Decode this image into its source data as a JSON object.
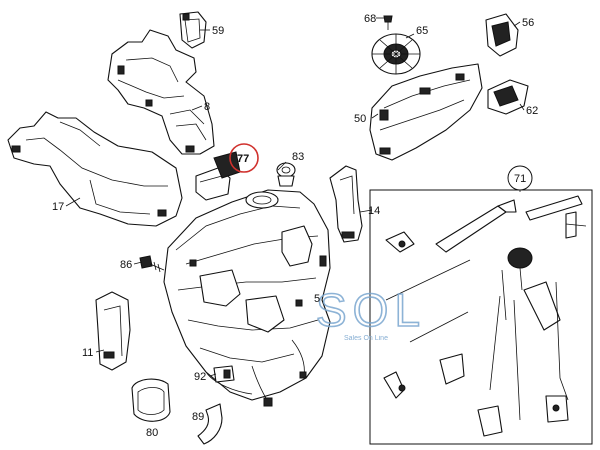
{
  "diagram": {
    "callouts": [
      {
        "id": "59",
        "label": "59"
      },
      {
        "id": "8",
        "label": "8"
      },
      {
        "id": "17",
        "label": "17"
      },
      {
        "id": "77",
        "label": "77",
        "circled": true
      },
      {
        "id": "83",
        "label": "83"
      },
      {
        "id": "14",
        "label": "14"
      },
      {
        "id": "86",
        "label": "86"
      },
      {
        "id": "5",
        "label": "5"
      },
      {
        "id": "11",
        "label": "11"
      },
      {
        "id": "92",
        "label": "92"
      },
      {
        "id": "80",
        "label": "80"
      },
      {
        "id": "89",
        "label": "89"
      },
      {
        "id": "68",
        "label": "68"
      },
      {
        "id": "65",
        "label": "65"
      },
      {
        "id": "56",
        "label": "56"
      },
      {
        "id": "50",
        "label": "50"
      },
      {
        "id": "62",
        "label": "62"
      },
      {
        "id": "71",
        "label": "71",
        "circled": true
      }
    ]
  },
  "watermark": {
    "main": "SOL",
    "sub": "Sales On Line",
    "color": "#7aa6cf"
  },
  "colors": {
    "highlight_circle": "#d0312d",
    "line": "#111111"
  }
}
